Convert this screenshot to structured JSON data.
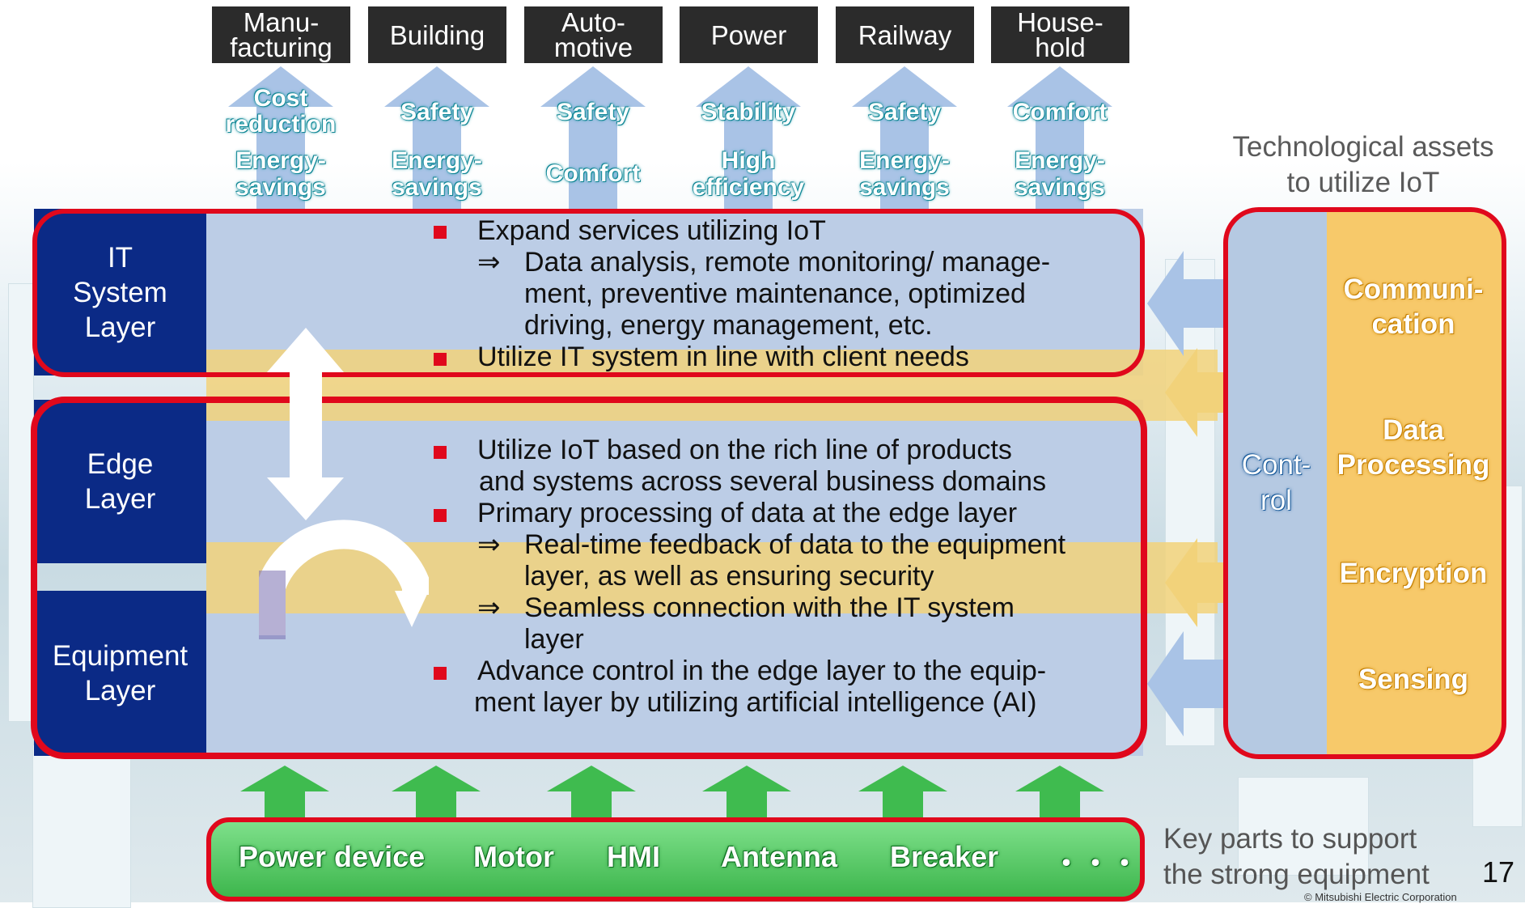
{
  "domains": [
    {
      "label": "Manu-\nfacturing",
      "values": [
        "Cost\nreduction",
        "Energy-\nsavings"
      ]
    },
    {
      "label": "Building",
      "values": [
        "Safety",
        "Energy-\nsavings"
      ]
    },
    {
      "label": "Auto-\nmotive",
      "values": [
        "Safety",
        "Comfort"
      ]
    },
    {
      "label": "Power",
      "values": [
        "Stability",
        "High\nefficiency"
      ]
    },
    {
      "label": "Railway",
      "values": [
        "Safety",
        "Energy-\nsavings"
      ]
    },
    {
      "label": "House-\nhold",
      "values": [
        "Comfort",
        "Energy-\nsavings"
      ]
    }
  ],
  "layers": {
    "it": "IT\nSystem\nLayer",
    "edge": "Edge\nLayer",
    "equipment": "Equipment\nLayer"
  },
  "it_text": {
    "b1": "Expand services utilizing IoT",
    "b1_sub_arrow": "⇒",
    "b1_sub_1": "Data analysis, remote monitoring/ manage-",
    "b1_sub_2": "ment, preventive maintenance, optimized",
    "b1_sub_3": "driving, energy management, etc.",
    "b2": "Utilize IT system in line with client needs"
  },
  "edge_text": {
    "b1_1": "Utilize IoT based on the rich line of products",
    "b1_2": "and systems across several business domains",
    "b2": "Primary processing of data at the edge layer",
    "arrow": "⇒",
    "s1_1": "Real-time feedback of data to the equipment",
    "s1_2": "layer, as well as ensuring security",
    "s2_1": "Seamless connection with the IT system",
    "s2_2": "layer",
    "b3_1": "Advance control in the edge layer to the equip-",
    "b3_2": "ment layer by utilizing artificial intelligence (AI)"
  },
  "assets": {
    "heading": "Technological assets\nto utilize IoT",
    "control": "Cont-\nrol",
    "items": [
      "Communi-\ncation",
      "Data\nProcessing",
      "Encryption",
      "Sensing"
    ]
  },
  "parts": {
    "items": [
      "Power device",
      "Motor",
      "HMI",
      "Antenna",
      "Breaker",
      "・・・"
    ],
    "caption": "Key parts to support\nthe strong equipment"
  },
  "footer": {
    "page": "17",
    "copyright": "© Mitsubishi Electric Corporation"
  },
  "colors": {
    "layer_blue": "#0b2a86",
    "content_blue": "#bccde6",
    "band_yellow": "#f2d27a",
    "frame_red": "#e0081c",
    "parts_green": "#3db64d"
  }
}
